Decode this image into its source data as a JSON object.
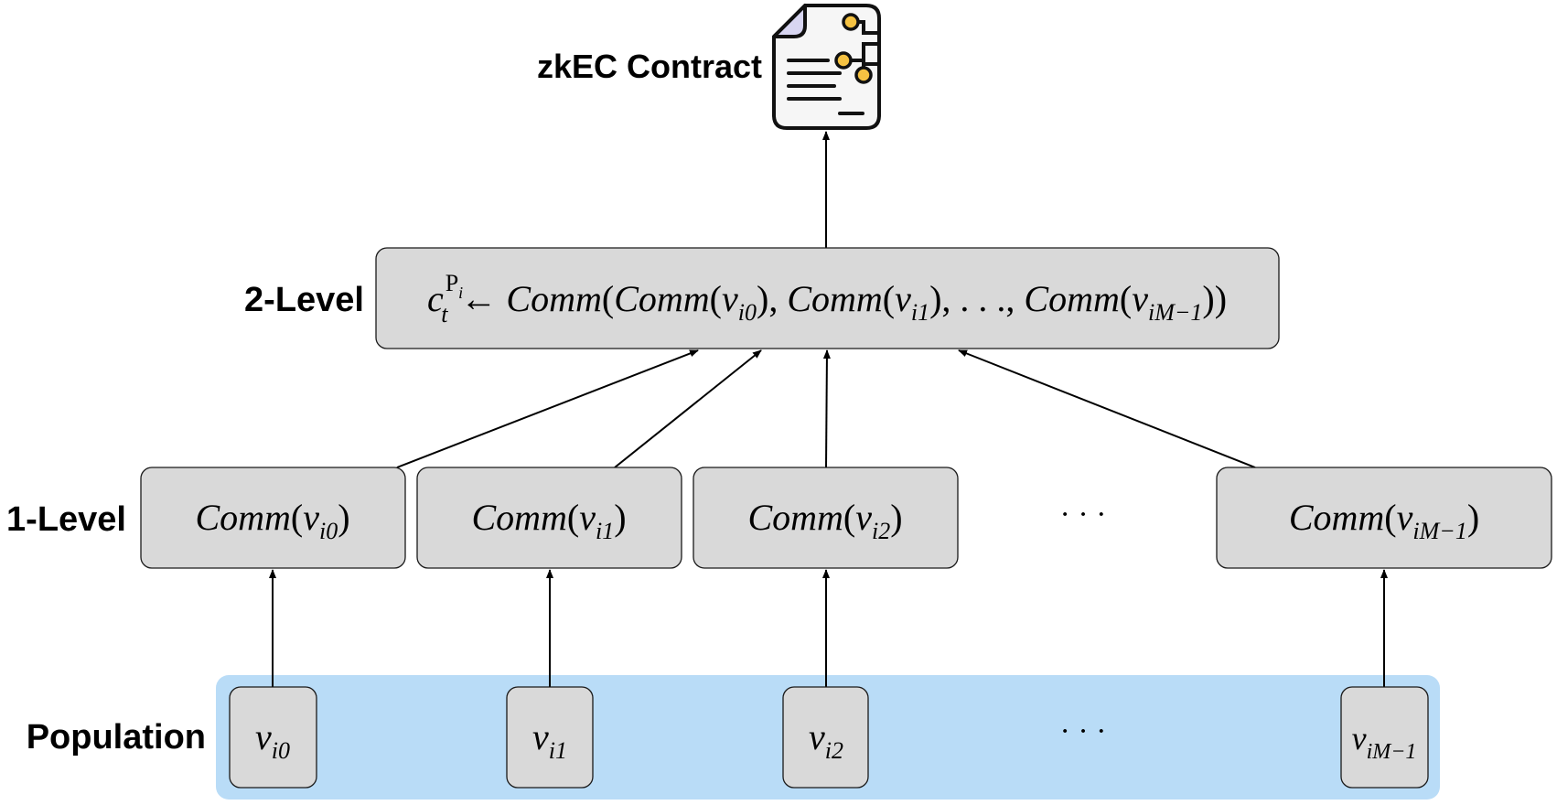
{
  "title": "zkEC Contract",
  "icon": "contract-document-icon",
  "levels": {
    "level2": "2-Level",
    "level1": "1-Level",
    "population": "Population"
  },
  "formula": {
    "target": "c",
    "sub": "t",
    "sup": "P",
    "sup_sub": "i",
    "arrow": "←",
    "comm": "Comm",
    "open": "(",
    "close": ")",
    "comma": ",",
    "ellipsis": ". . .",
    "terms": [
      {
        "var": "v",
        "sub": "i0"
      },
      {
        "var": "v",
        "sub": "i1"
      },
      {
        "var": "v",
        "sub": "iM−1"
      }
    ]
  },
  "level1_nodes": [
    {
      "comm": "Comm",
      "var": "v",
      "sub": "i0"
    },
    {
      "comm": "Comm",
      "var": "v",
      "sub": "i1"
    },
    {
      "comm": "Comm",
      "var": "v",
      "sub": "i2"
    },
    {
      "comm": "Comm",
      "var": "v",
      "sub": "iM−1"
    }
  ],
  "level1_ellipsis": "· · ·",
  "population_nodes": [
    {
      "var": "v",
      "sub": "i0"
    },
    {
      "var": "v",
      "sub": "i1"
    },
    {
      "var": "v",
      "sub": "i2"
    },
    {
      "var": "v",
      "sub": "iM−1"
    }
  ],
  "population_ellipsis": "· · ·",
  "colors": {
    "box_fill": "#d9d9d9",
    "population_band": "#b9dcf7",
    "icon_accent": "#f5c242",
    "icon_paper": "#f6f6f6",
    "icon_fold": "#d8d6f2"
  }
}
